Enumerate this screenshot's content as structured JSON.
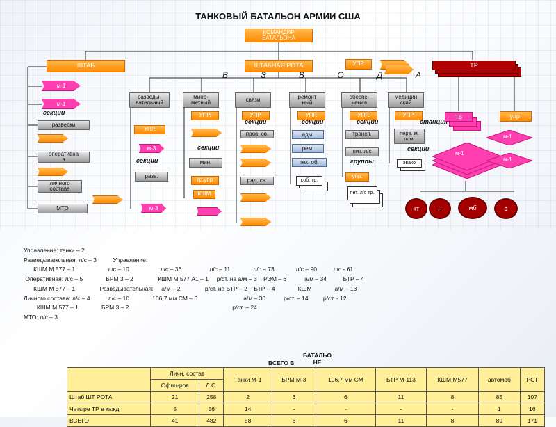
{
  "title": "ТАНКОВЫЙ БАТАЛЬОН АРМИИ США",
  "commander": "КОМАНДИР\nБАТАЛЬОНА",
  "hq": "ШТАБ",
  "hq_company": "ШТАБНАЯ РОТА",
  "upr": "УПР.",
  "tr": "ТР",
  "vzvod": "В З В О Д А",
  "hq_items": [
    "м-1",
    "м-1",
    "разведки",
    "оперативна\nя",
    "личного\nсостава",
    "МТО"
  ],
  "sections_word": "секции",
  "platoons": [
    "разведы-\nвательный",
    "мино-\nметный",
    "связи",
    "ремонт\nный",
    "обеспе-\nчения",
    "медицин\nский"
  ],
  "upr_label": "УПР.",
  "m3": "м-3",
  "razv": "разв.",
  "min": "мин.",
  "grupr": "гр.упр",
  "kshm": "КШМ",
  "prov_sv": "пров. св.",
  "rad_sv": "рад. св.",
  "repair": [
    "адм.",
    "рем.",
    "тех. об.",
    "г.об. тр."
  ],
  "supply": [
    "трансп.",
    "пит. л/с",
    "упр.",
    "пнт. л/с тр."
  ],
  "med": [
    "перв. м. пом.",
    "эвако"
  ],
  "groups_word": "группы",
  "station_word": "станция",
  "tv": "ТВ",
  "upr_small": "упр.",
  "m1": "м-1",
  "circles": [
    "кт",
    "н",
    "мб",
    "з"
  ],
  "notes": [
    "Управление: танки – 2",
    "Разведывательная: л/с – 3          Управление:",
    "      КШМ М 577 – 1                    л/с – 10                   л/с – 36                 л/с – 11              л/с – 73             л/с – 90          л/с - 61",
    " Оперативная: л/с – 5              БРМ 3 – 2               КШМ М 577 А1 – 1     р/ст. на а/м – 3    РЭМ – 6           а/м – 34          БТР – 4",
    "      КШМ М 577 – 1               Разведывательная:     а/м – 2               р/ст. на БТР – 2    БТР – 4              КШМ              а/м – 13",
    "Личного состава: л/с – 4           л/с – 10              106,7 мм СМ – 6                            а/м – 30           р/ст. – 14         р/ст. - 12",
    "        КШМ М 577 – 1              БРМ 3 – 2                                                               р/ст. – 24",
    "МТО: л/с – 3"
  ],
  "table": {
    "top_label": "ВСЕГО В",
    "top_label2": "БАТАЛЬО\nНЕ",
    "personnel": "Личн. состав",
    "cols": [
      "Офиц-ров",
      "Л.С.",
      "Танки М-1",
      "БРМ М-3",
      "106,7 мм СМ",
      "БТР М-113",
      "КШМ М577",
      "автомоб",
      "РСТ"
    ],
    "rows": [
      {
        "label": "Штаб ШТ РОТА",
        "vals": [
          "21",
          "258",
          "2",
          "6",
          "6",
          "11",
          "8",
          "85",
          "107"
        ]
      },
      {
        "label": "Четыре ТР в кажд.",
        "vals": [
          "5",
          "56",
          "14",
          "-",
          "-",
          "-",
          "-",
          "1",
          "16"
        ]
      },
      {
        "label": "ВСЕГО",
        "vals": [
          "41",
          "482",
          "58",
          "6",
          "6",
          "11",
          "8",
          "89",
          "171"
        ]
      }
    ]
  },
  "colors": {
    "orange": "#ff8a00",
    "red": "#a50000",
    "pink": "#ff3fb0",
    "table": "#ffef99"
  }
}
